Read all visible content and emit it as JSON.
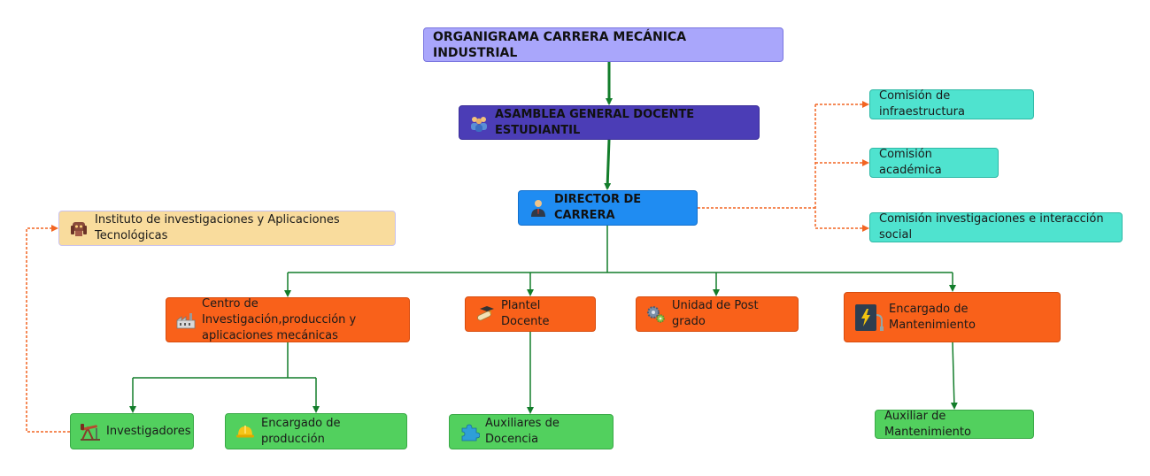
{
  "title": "ORGANIGRAMA CARRERA MECÁNICA INDUSTRIAL",
  "assembly": {
    "label": "ASAMBLEA GENERAL DOCENTE ESTUDIANTIL",
    "icon": "group-people-icon"
  },
  "director": {
    "label": "DIRECTOR DE CARRERA",
    "icon": "manager-icon"
  },
  "commissions": [
    "Comisión de infraestructura",
    "Comisión académica",
    "Comisión investigaciones e interacción social"
  ],
  "institute": {
    "label": "Instituto de investigaciones y Aplicaciones Tecnológicas",
    "icon": "robot-icon"
  },
  "units": {
    "research_center": {
      "line1": "Centro de Investigación,producción y",
      "line2": "aplicaciones mecánicas",
      "icon": "factory-icon"
    },
    "teaching_staff": {
      "label": "Plantel Docente",
      "icon": "diploma-icon"
    },
    "postgrad": {
      "label": "Unidad de Post grado",
      "icon": "gears-icon"
    },
    "maintenance": {
      "label": "Encargado de Mantenimiento",
      "icon": "power-plug-icon"
    }
  },
  "staff": {
    "researchers": {
      "label": "Investigadores",
      "icon": "pump-jack-icon"
    },
    "production": {
      "label": "Encargado de producción",
      "icon": "hard-hat-icon"
    },
    "teaching_aux": {
      "label": "Auxiliares de Docencia",
      "icon": "puzzle-icon"
    },
    "maintenance_aux": {
      "label": "Auxiliar de Mantenimiento"
    }
  },
  "colors": {
    "solid_connector": "#127d2a",
    "dashed_connector": "#f26522",
    "title_fill": "#a9a6fb",
    "assembly_fill": "#4b3db6",
    "director_fill": "#1f8cf2",
    "commission_fill": "#4fe3cf",
    "institute_fill": "#f9dc9d",
    "unit_fill": "#f9611a",
    "staff_fill": "#52d05e"
  }
}
